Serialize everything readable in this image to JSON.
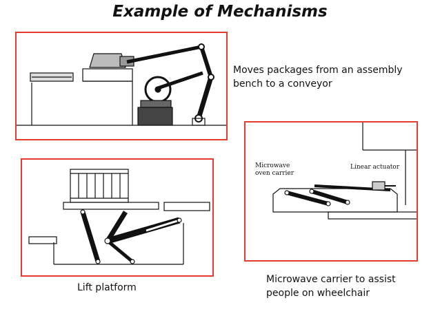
{
  "title": "Example of Mechanisms",
  "panels": {
    "conveyor": {
      "caption_lines": [
        "Moves packages from an assembly",
        "bench to a conveyor"
      ]
    },
    "lift": {
      "caption": "Lift platform"
    },
    "microwave": {
      "label_carrier_lines": [
        "Microwave",
        "oven carrier"
      ],
      "label_actuator": "Linear actuator",
      "caption_lines": [
        "Microwave carrier to assist",
        "people on wheelchair"
      ]
    }
  },
  "colors": {
    "frame": "#e53b2c",
    "ink": "#111111"
  }
}
